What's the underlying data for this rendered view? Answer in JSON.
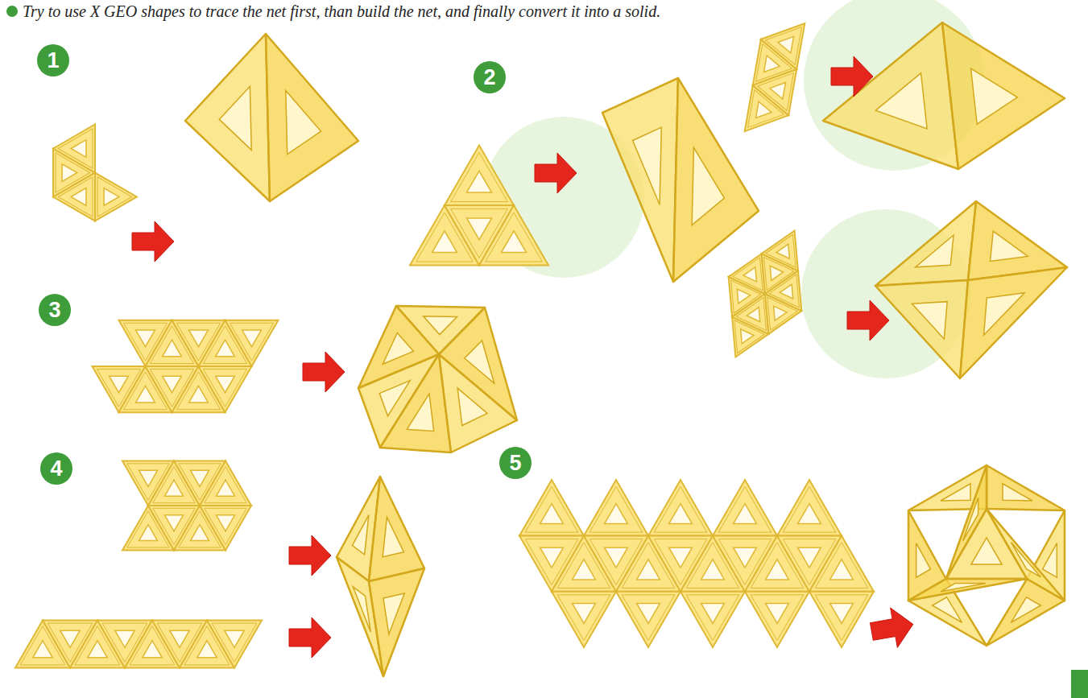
{
  "diagram": {
    "title": "Try to use X GEO shapes to trace the net first, than build the net, and finally convert it into a solid.",
    "nodes": [
      {
        "text": [
          "1"
        ]
      },
      {
        "text": [
          "2"
        ]
      },
      {
        "text": [
          "3"
        ]
      },
      {
        "text": [
          "4"
        ]
      },
      {
        "text": [
          "5"
        ]
      }
    ]
  }
}
